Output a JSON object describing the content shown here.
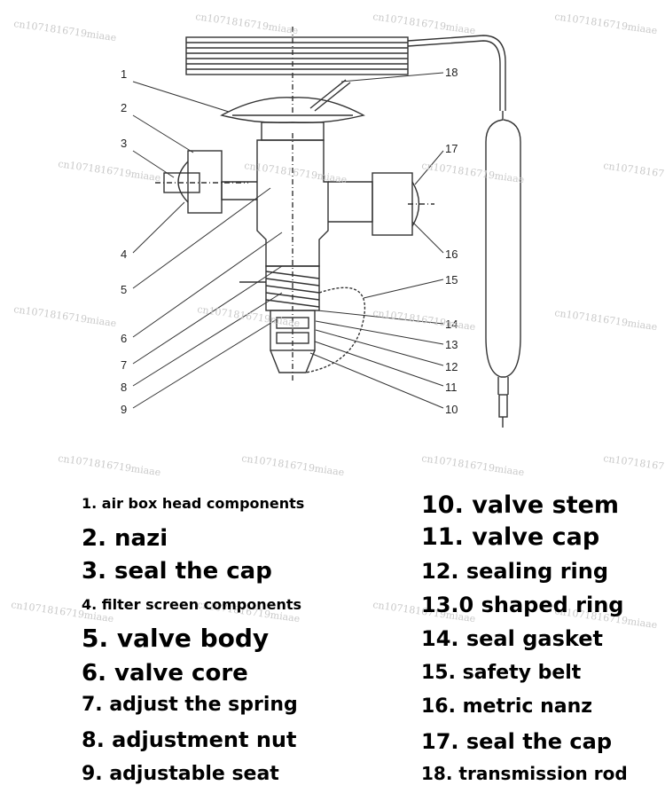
{
  "callout_numbers": [
    "1",
    "2",
    "3",
    "4",
    "5",
    "6",
    "7",
    "8",
    "9",
    "10",
    "11",
    "12",
    "13",
    "14",
    "15",
    "16",
    "17",
    "18"
  ],
  "watermark": "cn1071816719miaae",
  "legend": {
    "left": [
      "1. air box head components",
      "2. nazi",
      "3. seal the cap",
      "4. filter screen components",
      "5. valve body",
      "6. valve core",
      "7. adjust the spring",
      "8. adjustment nut",
      "9. adjustable seat"
    ],
    "right": [
      "10. valve stem",
      "11. valve cap",
      "12. sealing ring",
      "13.0 shaped ring",
      "14. seal gasket",
      "15. safety belt",
      "16. metric nanz",
      "17. seal the cap",
      "18. transmission rod"
    ]
  }
}
